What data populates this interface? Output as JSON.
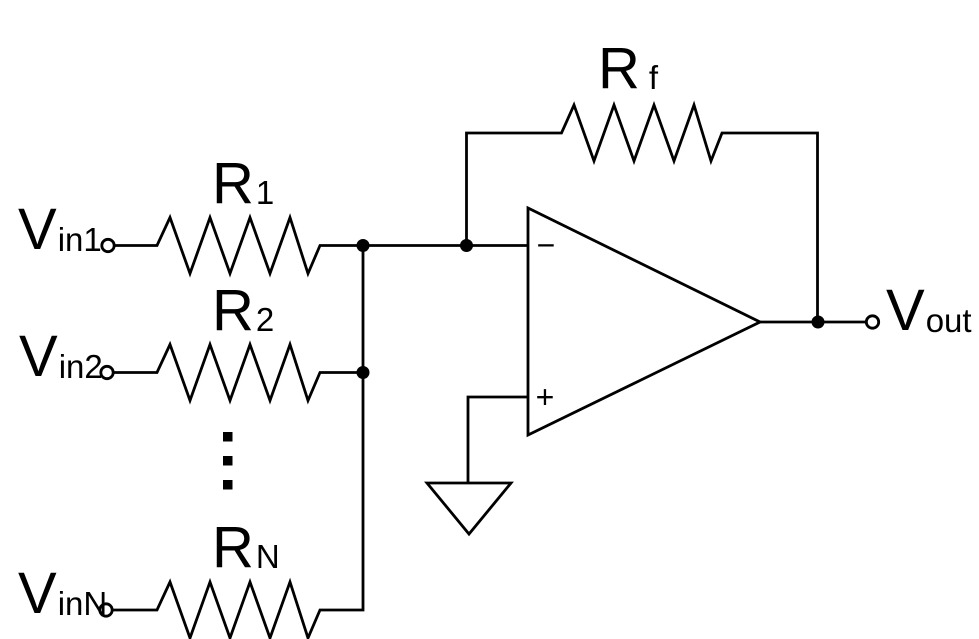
{
  "colors": {
    "line": "#000000",
    "background": "#ffffff"
  },
  "labels": {
    "input1": {
      "main": "V",
      "sub": "in1"
    },
    "input2": {
      "main": "V",
      "sub": "in2"
    },
    "inputN": {
      "main": "V",
      "sub": "inN"
    },
    "r1": {
      "main": "R",
      "sub": "1"
    },
    "r2": {
      "main": "R",
      "sub": "2"
    },
    "rN": {
      "main": "R",
      "sub": "N"
    },
    "rf": {
      "main": "R",
      "sub": "f"
    },
    "output": {
      "main": "V",
      "sub": "out"
    }
  },
  "opamp": {
    "inverting_sign": "−",
    "noninverting_sign": "+"
  }
}
